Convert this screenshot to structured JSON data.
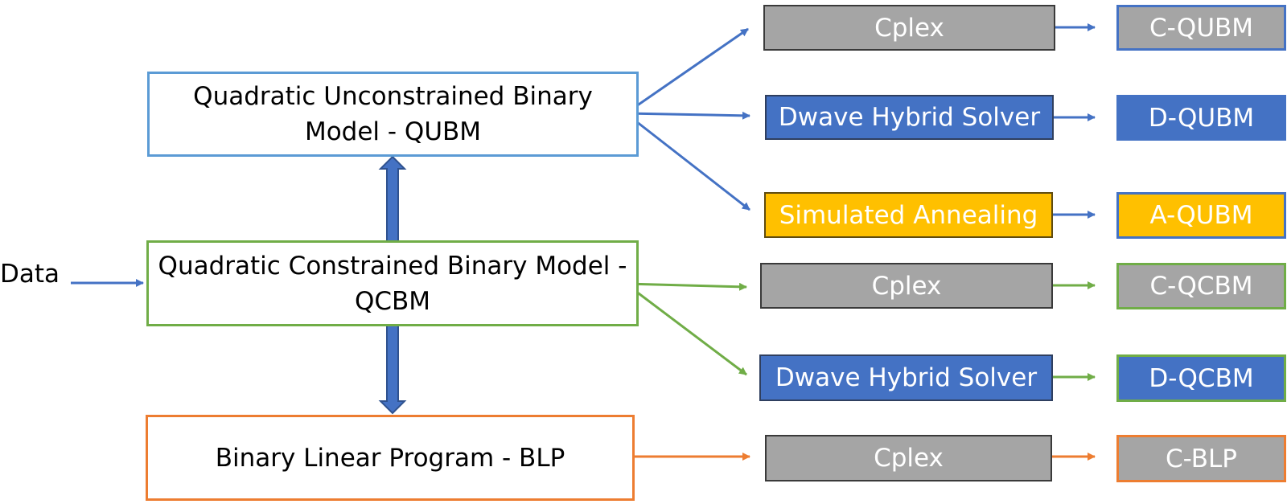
{
  "input": {
    "label": "Data"
  },
  "colors": {
    "blue": "#4472C4",
    "light_blue": "#5B9BD5",
    "green": "#70AD47",
    "orange": "#ED7D31",
    "gray": "#A5A5A5",
    "yellow": "#FFC000"
  },
  "models": {
    "qubm": "Quadratic Unconstrained Binary Model - QUBM",
    "qcbm": "Quadratic Constrained Binary Model - QCBM",
    "blp": "Binary Linear Program - BLP"
  },
  "solvers": {
    "cplex": "Cplex",
    "dwave": "Dwave Hybrid Solver",
    "annealing": "Simulated Annealing"
  },
  "results": {
    "c_qubm": "C-QUBM",
    "d_qubm": "D-QUBM",
    "a_qubm": "A-QUBM",
    "c_qcbm": "C-QCBM",
    "d_qcbm": "D-QCBM",
    "c_blp": "C-BLP"
  }
}
